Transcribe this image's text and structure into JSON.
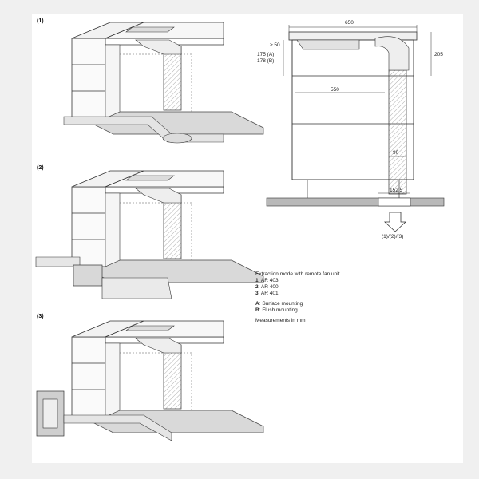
{
  "panels": [
    {
      "label": "(1)"
    },
    {
      "label": "(2)"
    },
    {
      "label": "(3)"
    }
  ],
  "dimensions": {
    "width_total": "650",
    "offset_top": "≥ 50",
    "height_a": "175 (A)",
    "height_b": "178 (B)",
    "height_right": "205",
    "inner_width": "550",
    "duct_width": "90",
    "cutout": "152.5",
    "arrow_caption": "(1)/(2)/(3)"
  },
  "legend": {
    "title": "Extraction mode with remote fan unit",
    "items": [
      {
        "num": "1",
        "text": ": AR 403"
      },
      {
        "num": "2",
        "text": ": AR 400"
      },
      {
        "num": "3",
        "text": ": AR 401"
      }
    ],
    "mounting": [
      {
        "key": "A",
        "text": ": Surface mounting"
      },
      {
        "key": "B",
        "text": ": Flush mounting"
      }
    ],
    "units": "Measurements in mm"
  },
  "colors": {
    "line": "#333333",
    "fill_light": "#f4f4f4",
    "fill_shadow": "#d6d6d6",
    "floor": "#bbbbbb"
  }
}
